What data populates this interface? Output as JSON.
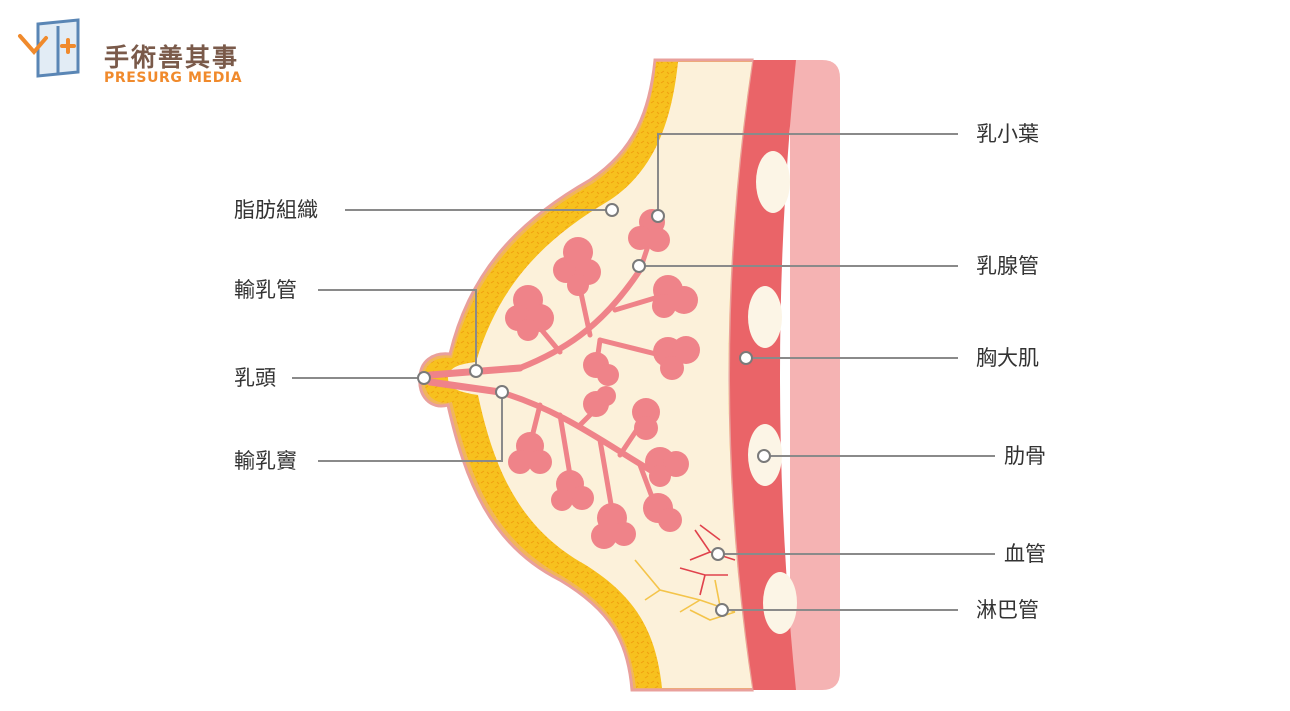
{
  "logo": {
    "title": "手術善其事",
    "subtitle": "PRESURG MEDIA"
  },
  "labels": {
    "lobule": "乳小葉",
    "fat": "脂肪組織",
    "duct": "乳腺管",
    "lactiferous_duct": "輸乳管",
    "pectoral": "胸大肌",
    "nipple": "乳頭",
    "rib": "肋骨",
    "sinus": "輸乳竇",
    "blood_vessel": "血管",
    "lymph": "淋巴管"
  },
  "colors": {
    "muscle": "#ea6468",
    "chest_wall": "#f5b3b3",
    "fat_fill": "#fcf1da",
    "fat_band": "#f7c11e",
    "lobule": "#ef8389",
    "vessel": "#e0424c",
    "lymph": "#f4c44a"
  }
}
